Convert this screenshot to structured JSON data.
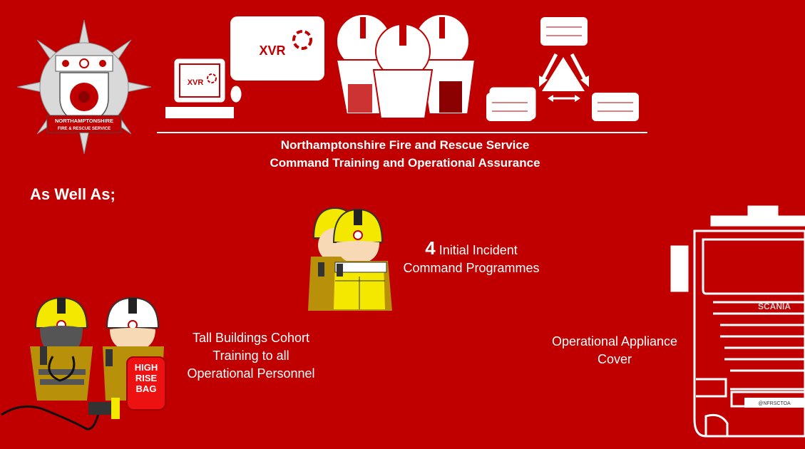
{
  "header": {
    "title_line1": "Northamptonshire Fire and Rescue Service",
    "title_line2": "Command Training and Operational Assurance"
  },
  "logo": {
    "line1": "NORTHAMPTONSHIRE",
    "line2": "FIRE & RESCUE SERVICE"
  },
  "xvr": {
    "monitor_label": "XVR",
    "screen_label": "XVR"
  },
  "section_heading": "As Well As;",
  "programmes": {
    "count": "4",
    "line1": "Initial Incident",
    "line2": "Command Programmes"
  },
  "tall_buildings": {
    "line1": "Tall Buildings Cohort",
    "line2": "Training to all",
    "line3": "Operational Personnel"
  },
  "bag": {
    "line1": "HIGH",
    "line2": "RISE",
    "line3": "BAG"
  },
  "appliance": {
    "line1": "Operational Appliance",
    "line2": "Cover",
    "brand": "SCANIA",
    "twitter": "@NFRSCTOA"
  },
  "colors": {
    "background": "#c00000",
    "helmet_yellow": "#f5e800",
    "tunic_gold": "#b8900a",
    "foreground": "#ffffff"
  }
}
